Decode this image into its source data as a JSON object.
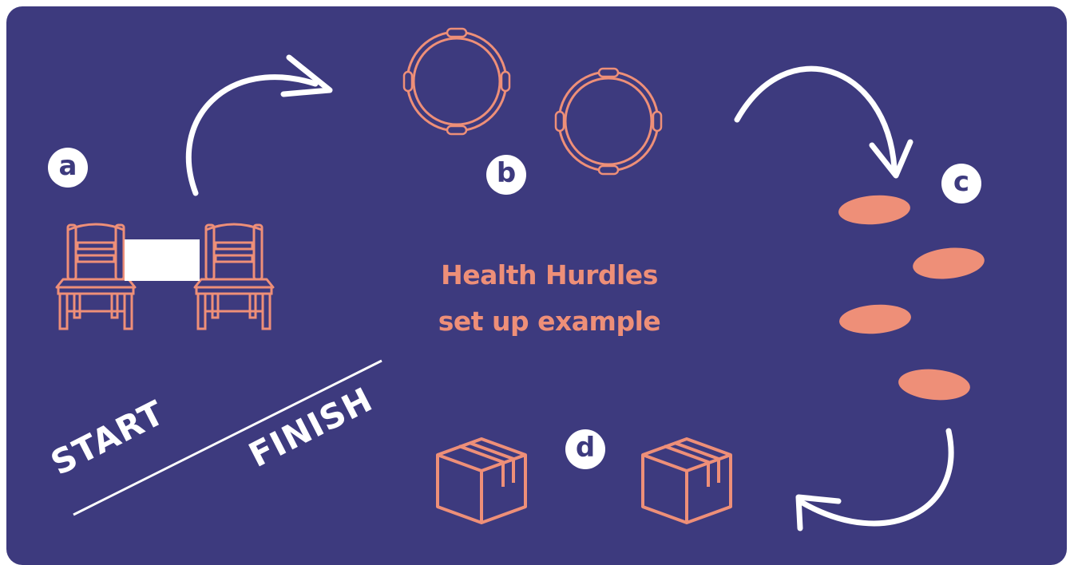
{
  "title_line1": "Health Hurdles",
  "title_line2": "set up example",
  "start_label": "START",
  "finish_label": "FINISH",
  "stations": {
    "a": {
      "label": "a",
      "icon": "chairs-barrier-icon"
    },
    "b": {
      "label": "b",
      "icon": "hoops-icon"
    },
    "c": {
      "label": "c",
      "icon": "stepping-stones-icon"
    },
    "d": {
      "label": "d",
      "icon": "boxes-icon"
    }
  },
  "colors": {
    "background": "#3d3a7e",
    "accent": "#ee8f78",
    "white": "#ffffff"
  }
}
